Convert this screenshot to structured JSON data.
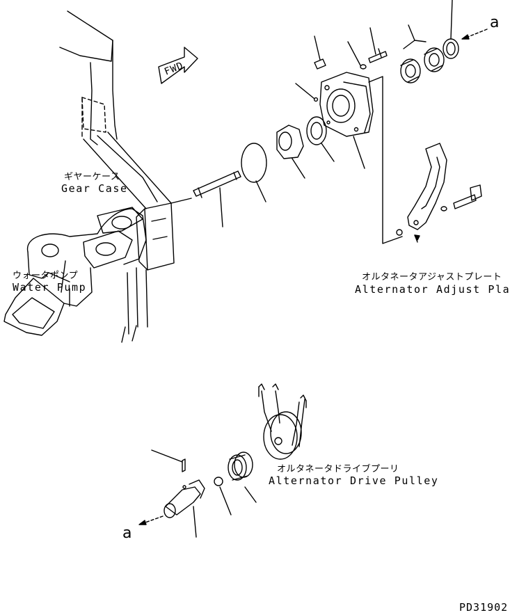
{
  "drawing_id": "PD31902",
  "fwd_label": "FWD",
  "reference_marker": "a",
  "labels": {
    "gear_case_jp": "ギヤーケース",
    "gear_case_en": "Gear Case",
    "water_pump_jp": "ウォータポンプ",
    "water_pump_en": "Water Pump",
    "adjust_plate_jp": "オルタネータアジャストプレート",
    "adjust_plate_en": "Alternator Adjust Plate",
    "drive_pulley_jp": "オルタネータドライブプーリ",
    "drive_pulley_en": "Alternator Drive Pulley"
  },
  "colors": {
    "line": "#000000",
    "background": "#ffffff"
  }
}
